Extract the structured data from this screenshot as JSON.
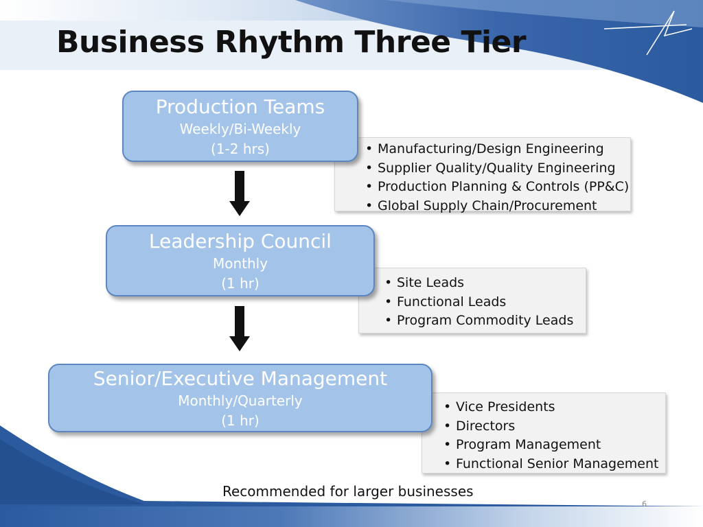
{
  "slide": {
    "title": "Business Rhythm Three Tier",
    "footer": "Recommended for larger businesses",
    "page_number": "6"
  },
  "tiers": [
    {
      "name": "Production Teams",
      "frequency": "Weekly/Bi-Weekly",
      "duration": "(1-2 hrs)",
      "participants": [
        "Manufacturing/Design Engineering",
        "Supplier Quality/Quality Engineering",
        "Production Planning & Controls (PP&C)",
        "Global Supply Chain/Procurement"
      ]
    },
    {
      "name": "Leadership Council",
      "frequency": "Monthly",
      "duration": "(1 hr)",
      "participants": [
        "Site Leads",
        "Functional Leads",
        "Program Commodity Leads"
      ]
    },
    {
      "name": "Senior/Executive Management",
      "frequency": "Monthly/Quarterly",
      "duration": "(1 hr)",
      "participants": [
        "Vice Presidents",
        "Directors",
        "Program Management",
        "Functional Senior Management"
      ]
    }
  ],
  "colors": {
    "tier_fill": "#a3c4e8",
    "tier_border": "#5b86c0",
    "brand_blue": "#2c5aa0",
    "list_fill": "#f2f2f2"
  }
}
